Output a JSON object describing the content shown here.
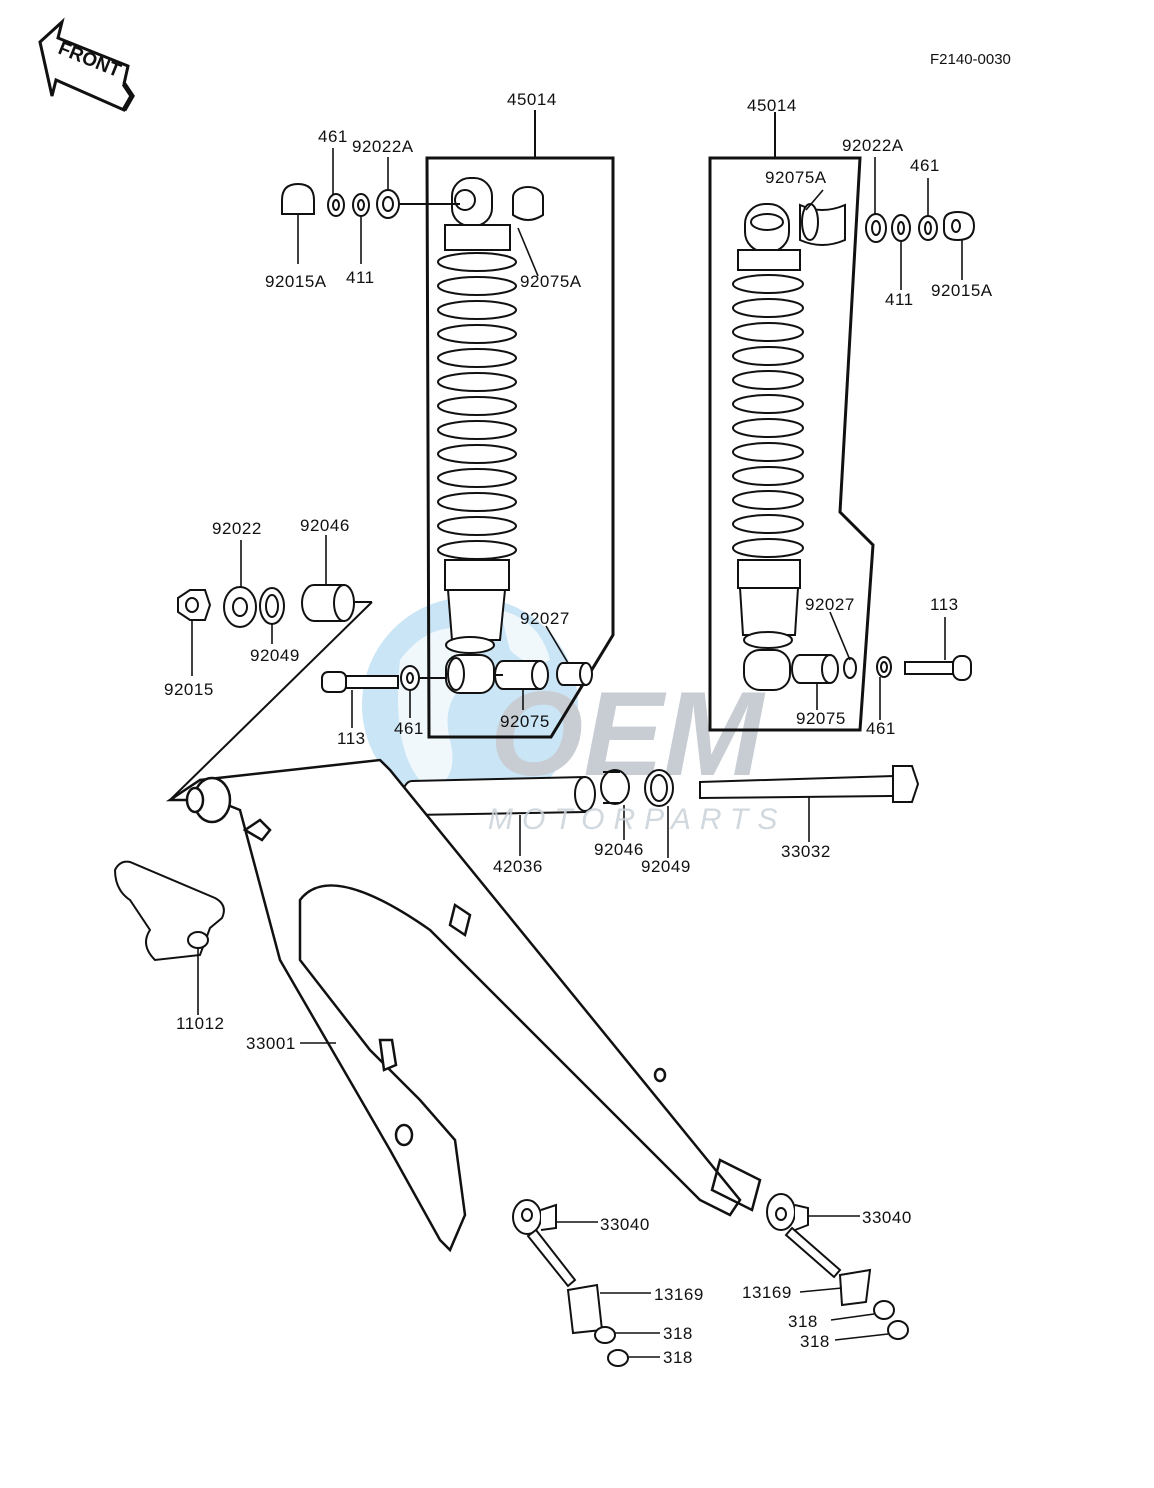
{
  "diagram_id": "F2140-0030",
  "front_label": "FRONT",
  "watermark": {
    "brand": "OEM",
    "sub": "MOTORPARTS"
  },
  "parts": {
    "p45014_left": "45014",
    "p45014_right": "45014",
    "p461_tl": "461",
    "p92022A_left": "92022A",
    "p92015A_left": "92015A",
    "p411_left": "411",
    "p92075A_left": "92075A",
    "p92075A_right": "92075A",
    "p92022A_right": "92022A",
    "p461_tr": "461",
    "p411_right": "411",
    "p92015A_right": "92015A",
    "p92022": "92022",
    "p92046_top": "92046",
    "p92049_top": "92049",
    "p92015": "92015",
    "p92027_left": "92027",
    "p113_left": "113",
    "p461_ml": "461",
    "p92075_left": "92075",
    "p92027_right": "92027",
    "p113_right": "113",
    "p92075_right": "92075",
    "p461_mr": "461",
    "p42036": "42036",
    "p92046_bot": "92046",
    "p92049_bot": "92049",
    "p33032": "33032",
    "p11012": "11012",
    "p33001": "33001",
    "p33040_left": "33040",
    "p33040_right": "33040",
    "p13169_left": "13169",
    "p13169_right": "13169",
    "p318_l1": "318",
    "p318_l2": "318",
    "p318_r1": "318",
    "p318_r2": "318"
  }
}
